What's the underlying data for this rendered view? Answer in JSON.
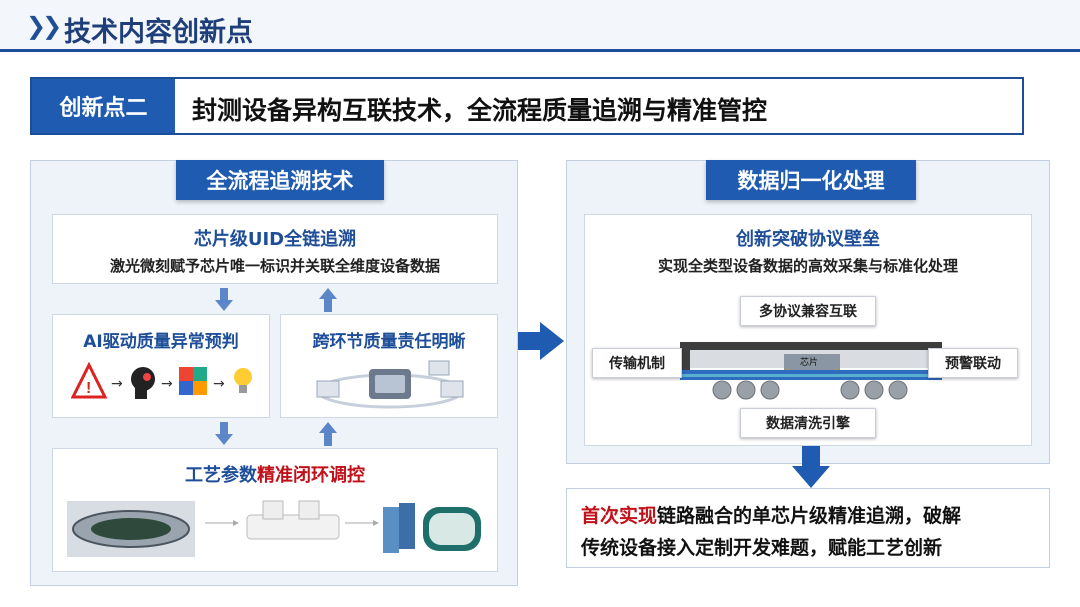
{
  "header": {
    "title": "技术内容创新点"
  },
  "banner": {
    "tag": "创新点二",
    "title": "封测设备异构互联技术，全流程质量追溯与精准管控"
  },
  "left_panel": {
    "heading": "全流程追溯技术",
    "uid_card": {
      "title": "芯片级UID全链追溯",
      "desc": "激光微刻赋予芯片唯一标识并关联全维度设备数据"
    },
    "ai_card": {
      "title": "AI驱动质量异常预判"
    },
    "responsibility_card": {
      "title": "跨环节质量责任明晰"
    },
    "process_card": {
      "title_plain": "工艺参数",
      "title_highlight": "精准闭环调控"
    }
  },
  "right_panel": {
    "heading": "数据归一化处理",
    "protocol_card": {
      "title": "创新突破协议壁垒",
      "desc": "实现全类型设备数据的高效采集与标准化处理"
    },
    "diagram": {
      "top_label": "多协议兼容互联",
      "left_label": "传输机制",
      "right_label": "预警联动",
      "bottom_label": "数据清洗引擎",
      "chip_label": "芯片"
    }
  },
  "result": {
    "highlight": "首次实现",
    "line1_rest": "链路融合的单芯片级精准追溯，破解",
    "line2": "传统设备接入定制开发难题，赋能工艺创新"
  },
  "colors": {
    "primary": "#1f5bb0",
    "dark_blue": "#1f4e99",
    "highlight_red": "#c0101a"
  }
}
